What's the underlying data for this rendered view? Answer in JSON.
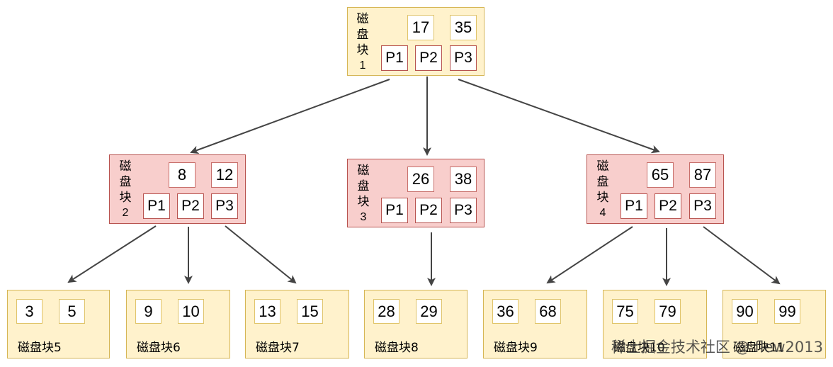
{
  "root": {
    "label": [
      "磁",
      "盘",
      "块",
      "1"
    ],
    "keys": [
      "17",
      "35"
    ],
    "pointers": [
      "P1",
      "P2",
      "P3"
    ]
  },
  "mid": [
    {
      "label": [
        "磁",
        "盘",
        "块",
        "2"
      ],
      "keys": [
        "8",
        "12"
      ],
      "pointers": [
        "P1",
        "P2",
        "P3"
      ]
    },
    {
      "label": [
        "磁",
        "盘",
        "块",
        "3"
      ],
      "keys": [
        "26",
        "38"
      ],
      "pointers": [
        "P1",
        "P2",
        "P3"
      ]
    },
    {
      "label": [
        "磁",
        "盘",
        "块",
        "4"
      ],
      "keys": [
        "65",
        "87"
      ],
      "pointers": [
        "P1",
        "P2",
        "P3"
      ]
    }
  ],
  "leaves": [
    {
      "keys": [
        "3",
        "5"
      ],
      "label": "磁盘块5"
    },
    {
      "keys": [
        "9",
        "10"
      ],
      "label": "磁盘块6"
    },
    {
      "keys": [
        "13",
        "15"
      ],
      "label": "磁盘块7"
    },
    {
      "keys": [
        "28",
        "29"
      ],
      "label": "磁盘块8"
    },
    {
      "keys": [
        "36",
        "68"
      ],
      "label": "磁盘块9"
    },
    {
      "keys": [
        "75",
        "79"
      ],
      "label": "磁盘块10"
    },
    {
      "keys": [
        "90",
        "99"
      ],
      "label": "磁盘块11"
    }
  ],
  "watermark": "稀土掘金技术社区 @ flew2013",
  "colors": {
    "leaf_fill": "#fff2cc",
    "leaf_stroke": "#d6b656",
    "node_fill": "#f8cecc",
    "node_stroke": "#b85450",
    "arrow": "#444444"
  }
}
